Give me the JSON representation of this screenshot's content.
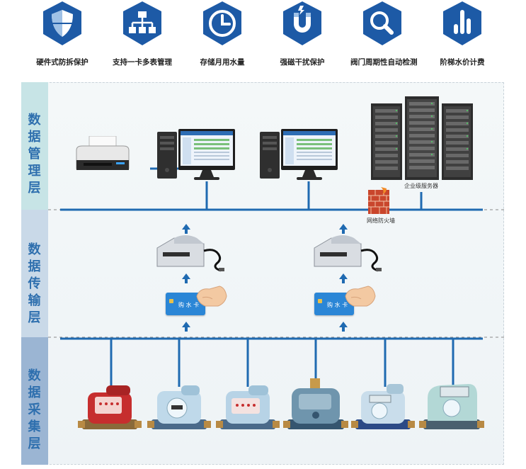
{
  "features": [
    {
      "label": "硬件式防拆保护",
      "icon": "shield-icon"
    },
    {
      "label": "支持一卡多表管理",
      "icon": "network-tree-icon"
    },
    {
      "label": "存储月用水量",
      "icon": "clock-icon"
    },
    {
      "label": "强磁干扰保护",
      "icon": "magnet-icon"
    },
    {
      "label": "阀门周期性自动检测",
      "icon": "magnifier-icon"
    },
    {
      "label": "阶梯水价计费",
      "icon": "bar-chart-icon"
    }
  ],
  "layers": {
    "management": {
      "chars": [
        "数",
        "据",
        "管",
        "理",
        "层"
      ]
    },
    "transmission": {
      "chars": [
        "数",
        "据",
        "传",
        "输",
        "层"
      ]
    },
    "collection": {
      "chars": [
        "数",
        "据",
        "采",
        "集",
        "层"
      ]
    }
  },
  "devices": {
    "server_label": "企业级服务器",
    "firewall_label": "网络防火墙",
    "card_label": "购 水 卡"
  },
  "colors": {
    "badge_blue": "#1d5aa6",
    "line_blue": "#1f6ab1",
    "band_management": "#c7e4e6",
    "band_transmission": "#c9d9e8",
    "band_collection": "#9bb5d3"
  }
}
